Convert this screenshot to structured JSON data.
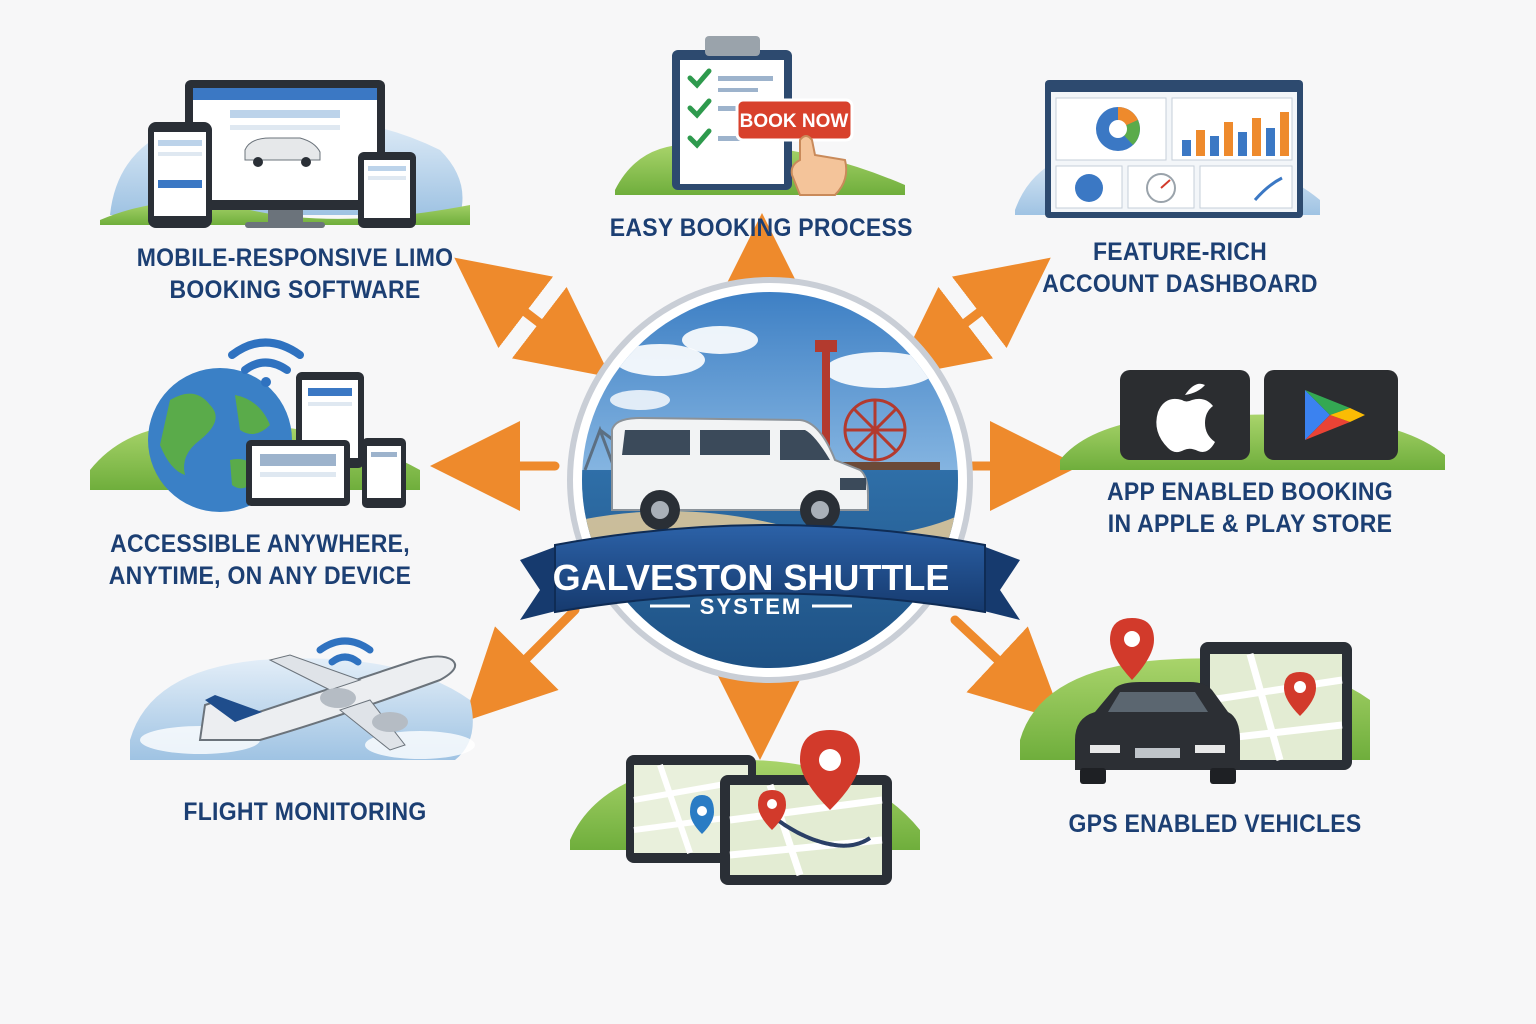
{
  "center": {
    "title": "GALVESTON SHUTTLE",
    "subtitle": "SYSTEM"
  },
  "features": {
    "mobile_responsive": {
      "line1": "MOBILE-RESPONSIVE LIMO",
      "line2": "BOOKING SOFTWARE"
    },
    "easy_booking": {
      "line1": "EASY BOOKING PROCESS",
      "button": "BOOK NOW"
    },
    "dashboard": {
      "line1": "FEATURE-RICH",
      "line2": "ACCOUNT DASHBOARD"
    },
    "accessible": {
      "line1": "ACCESSIBLE ANYWHERE,",
      "line2": "ANYTIME, ON ANY DEVICE"
    },
    "app_enabled": {
      "line1": "APP ENABLED BOOKING",
      "line2": "IN APPLE & PLAY STORE"
    },
    "flight": {
      "line1": "FLIGHT MONITORING"
    },
    "gps": {
      "line1": "GPS ENABLED VEHICLES"
    }
  },
  "icons": {
    "mobile_responsive": "devices-icon",
    "easy_booking": "clipboard-checklist-icon",
    "dashboard": "dashboard-charts-icon",
    "accessible": "globe-wifi-devices-icon",
    "app_enabled": [
      "apple-store-icon",
      "play-store-icon"
    ],
    "flight": "airplane-wifi-icon",
    "gps_map": "tablet-map-icon",
    "gps": "car-gps-icon"
  },
  "colors": {
    "label_navy": "#1c3f73",
    "arrow_orange": "#ee8a2c",
    "banner_blue": "#1f4d8c",
    "pin_red": "#d23a2b"
  }
}
